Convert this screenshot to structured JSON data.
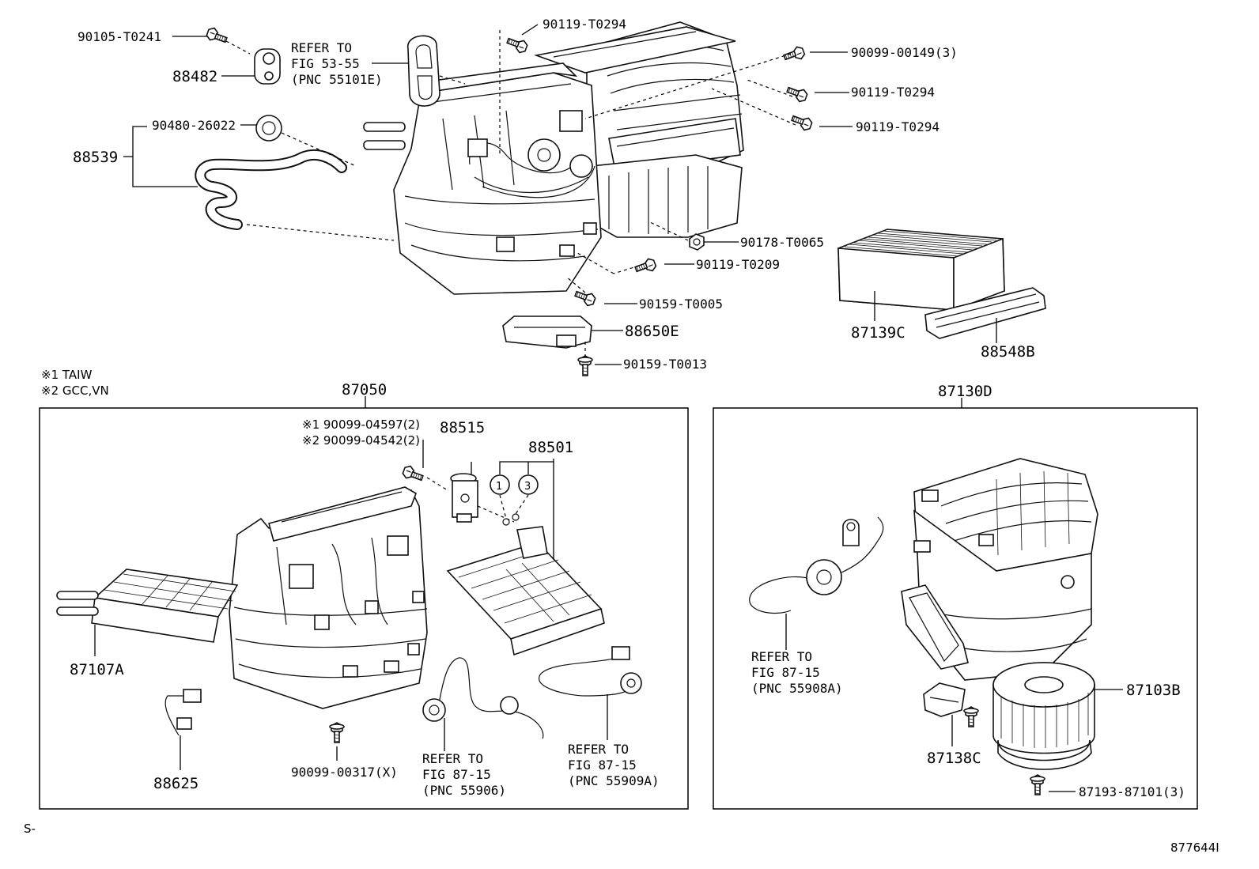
{
  "notes": {
    "n1": "※1 TAIW",
    "n2": "※2 GCC,VN",
    "footer_left": "S-",
    "footer_right": "877644I"
  },
  "top": {
    "p90105_T0241": "90105-T0241",
    "p88482": "88482",
    "refer_53_55": {
      "l1": "REFER TO",
      "l2": "FIG 53-55",
      "l3": "(PNC 55101E)"
    },
    "p90119_T0294_a": "90119-T0294",
    "p90099_00149": "90099-00149(3)",
    "p90119_T0294_b": "90119-T0294",
    "p90119_T0294_c": "90119-T0294",
    "p90480_26022": "90480-26022",
    "p88539": "88539",
    "p90178_T0065": "90178-T0065",
    "p90119_T0209": "90119-T0209",
    "p90159_T0005": "90159-T0005",
    "p88650E": "88650E",
    "p90159_T0013": "90159-T0013",
    "p87139C": "87139C",
    "p88548B": "88548B"
  },
  "left_box": {
    "title": "87050",
    "n1_part": "※1 90099-04597(2)",
    "n2_part": "※2 90099-04542(2)",
    "p88515": "88515",
    "p88501": "88501",
    "circle1": "1",
    "circle3": "3",
    "p87107A": "87107A",
    "p88625": "88625",
    "p90099_00317": "90099-00317(X)",
    "refer_55906": {
      "l1": "REFER TO",
      "l2": "FIG 87-15",
      "l3": "(PNC 55906)"
    },
    "refer_55909A": {
      "l1": "REFER TO",
      "l2": "FIG 87-15",
      "l3": "(PNC 55909A)"
    }
  },
  "right_box": {
    "title": "87130D",
    "refer_55908A": {
      "l1": "REFER TO",
      "l2": "FIG 87-15",
      "l3": "(PNC 55908A)"
    },
    "p87103B": "87103B",
    "p87138C": "87138C",
    "p87193_87101": "87193-87101(3)"
  }
}
